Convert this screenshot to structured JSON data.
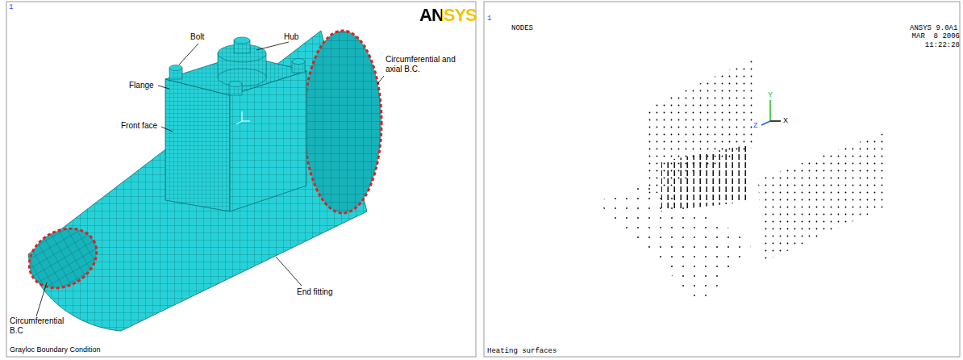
{
  "diagram": {
    "labels": [
      "1",
      "ANSYS",
      "Bolt",
      "Hub",
      "Flange",
      "Front face",
      "Circumferential and axial B.C.",
      "Circumferential B.C",
      "End fitting",
      "Grayloc Boundary Condition",
      "1",
      "NODES",
      "ANSYS 9.0A1",
      "MAR  8 2006",
      "11:22:28",
      "Y",
      "Z",
      "X",
      "Heating surfaces"
    ]
  }
}
